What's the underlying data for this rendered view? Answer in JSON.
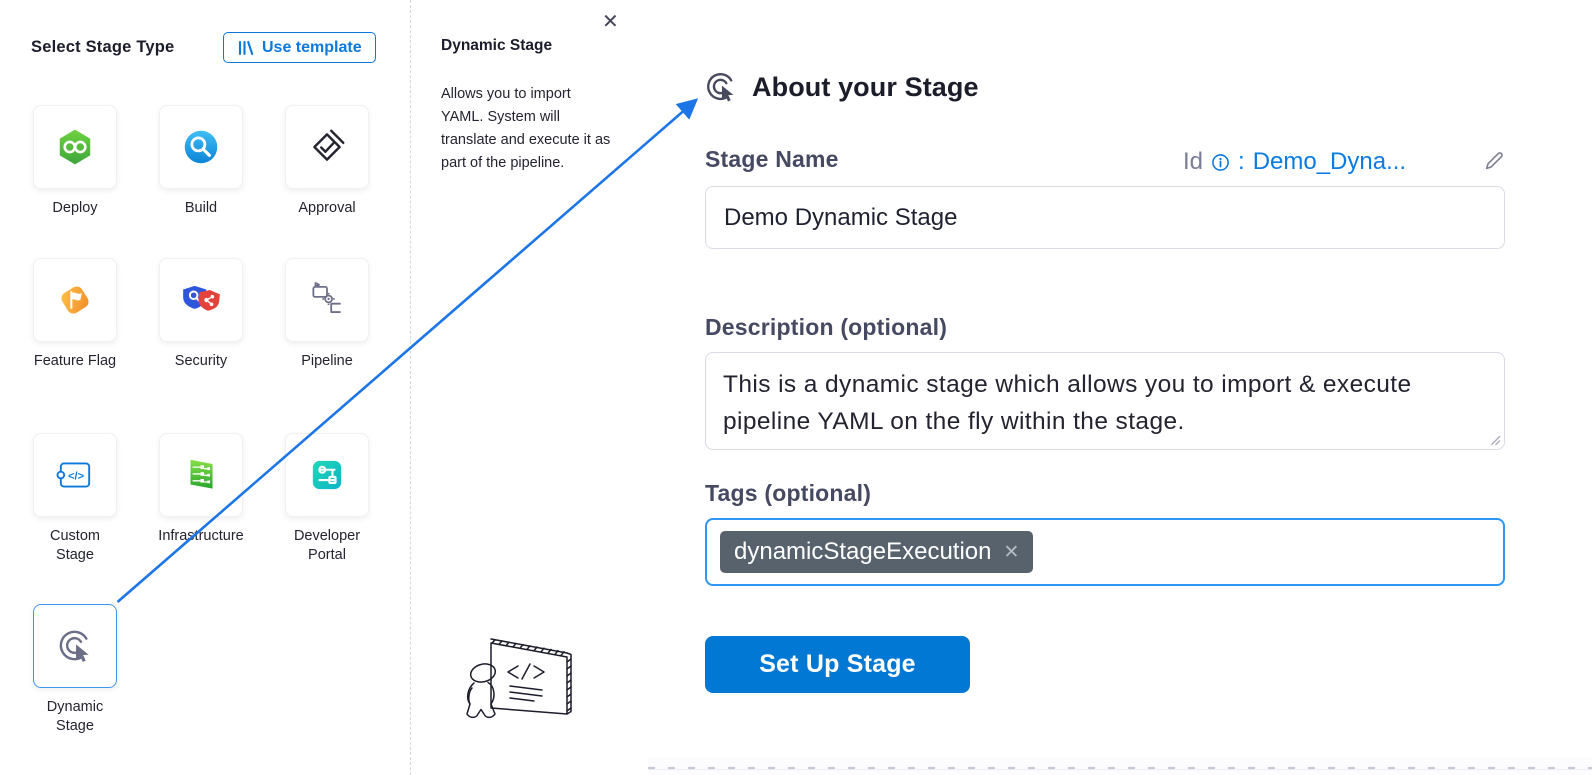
{
  "left_panel": {
    "title": "Select Stage Type",
    "use_template_label": "Use template",
    "stages": [
      {
        "id": "deploy",
        "label": "Deploy"
      },
      {
        "id": "build",
        "label": "Build"
      },
      {
        "id": "approval",
        "label": "Approval"
      },
      {
        "id": "feature-flag",
        "label": "Feature Flag"
      },
      {
        "id": "security",
        "label": "Security"
      },
      {
        "id": "pipeline",
        "label": "Pipeline"
      },
      {
        "id": "custom-stage",
        "label": "Custom Stage"
      },
      {
        "id": "infrastructure",
        "label": "Infrastructure"
      },
      {
        "id": "developer-portal",
        "label": "Developer Portal"
      },
      {
        "id": "dynamic-stage",
        "label": "Dynamic Stage",
        "selected": true
      }
    ]
  },
  "info_panel": {
    "title": "Dynamic Stage",
    "description": "Allows you to import YAML. System will translate and execute it as part of the pipeline.",
    "close_icon": "✕"
  },
  "form": {
    "title": "About your Stage",
    "stage_name_label": "Stage Name",
    "id_label": "Id",
    "id_separator": ":",
    "id_value": "Demo_Dyna...",
    "stage_name_value": "Demo Dynamic Stage",
    "description_label": "Description (optional)",
    "description_value": "This is a dynamic stage which allows you to import & execute pipeline YAML on the fly within the stage.",
    "tags_label": "Tags (optional)",
    "tags": [
      {
        "label": "dynamicStageExecution",
        "remove_icon": "✕"
      }
    ],
    "submit_label": "Set Up Stage"
  },
  "colors": {
    "accent_blue": "#0278d5",
    "arrow_blue": "#1d76e8",
    "tags_focus_border": "#2f96f3",
    "chip_background": "#57626d",
    "label_gray": "#464962",
    "id_gray": "#7b7d93"
  }
}
